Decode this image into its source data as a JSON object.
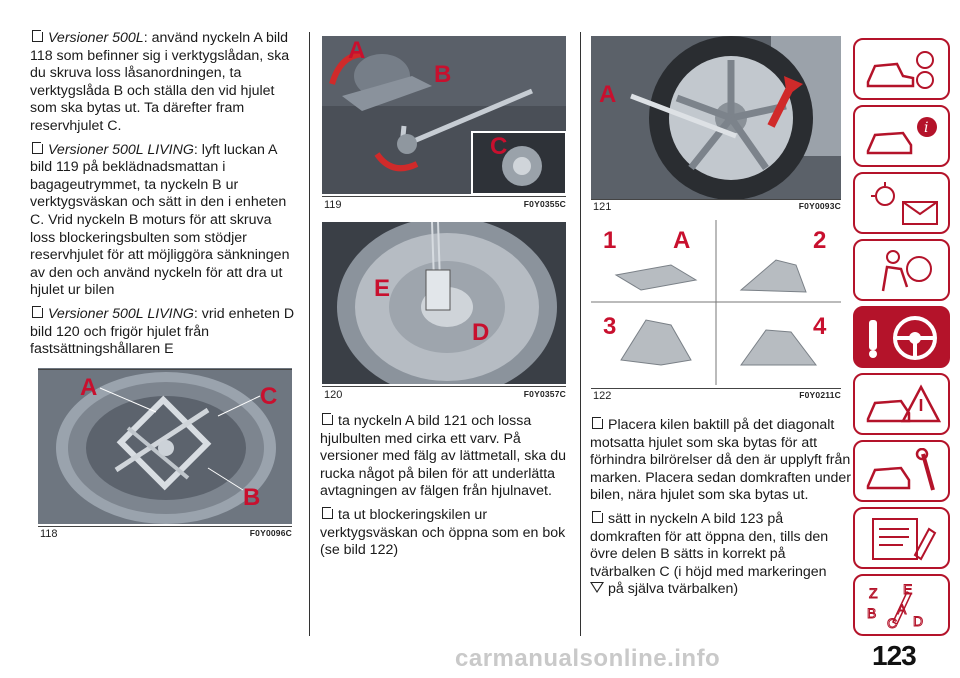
{
  "col1": {
    "p1_italic": "Versioner 500L",
    "p1_text": ": använd nyckeln A bild 118 som befinner sig i verktygslådan, ska du skruva loss låsanordningen, ta verktygslåda B och ställa den vid hjulet som ska bytas ut. Ta därefter fram reservhjulet C.",
    "p2_italic": "Versioner 500L LIVING",
    "p2_text": ": lyft luckan A bild 119 på beklädnadsmattan i bagageutrymmet, ta nyckeln B ur verktygsväskan och sätt in den i enheten C. Vrid nyckeln B moturs för att skruva loss blockeringsbulten som stödjer reservhjulet för att möjliggöra sänkningen av den och använd nyckeln för att dra ut hjulet ur bilen",
    "p3_italic": "Versioner 500L LIVING",
    "p3_text": ": vrid enheten D bild 120 och frigör hjulet från fastsättningshållaren E"
  },
  "col2": {
    "p1": "ta nyckeln A bild 121 och lossa hjulbulten med cirka ett varv. På versioner med fälg av lättmetall, ska du rucka något på bilen för att underlätta avtagningen av fälgen från hjulnavet.",
    "p2": "ta ut blockeringskilen ur verktygsväskan och öppna som en bok (se bild 122)"
  },
  "col3": {
    "p1": "Placera kilen baktill på det diagonalt motsatta hjulet som ska bytas för att förhindra bilrörelser då den är upplyft från marken. Placera sedan domkraften under bilen, nära hjulet som ska bytas ut.",
    "p2": "sätt in nyckeln A bild 123 på domkraften för att öppna den, tills den övre delen B sätts in korrekt på tvärbalken C (i höjd med markeringen",
    "p2_end": "på själva tvärbalken)"
  },
  "figures": {
    "f118": {
      "num": "118",
      "code": "F0Y0096C",
      "labels": [
        "A",
        "C",
        "B"
      ]
    },
    "f119": {
      "num": "119",
      "code": "F0Y0355C",
      "labels": [
        "A",
        "B",
        "C"
      ]
    },
    "f120": {
      "num": "120",
      "code": "F0Y0357C",
      "labels": [
        "E",
        "D"
      ]
    },
    "f121": {
      "num": "121",
      "code": "F0Y0093C",
      "labels": [
        "A"
      ]
    },
    "f122": {
      "num": "122",
      "code": "F0Y0211C",
      "labels": [
        "1",
        "A",
        "2",
        "3",
        "4"
      ]
    }
  },
  "sidebar": {
    "items": [
      "car-dashboard-icon",
      "car-info-icon",
      "lights-message-icon",
      "airbag-seat-icon",
      "key-steering-wheel-icon",
      "warning-road-icon",
      "car-wrench-icon",
      "checklist-icon",
      "alphabet-index-icon"
    ],
    "active_index": 4,
    "accent": "#b4132a"
  },
  "page_number": "123",
  "watermark": "carmanualsonline.info"
}
